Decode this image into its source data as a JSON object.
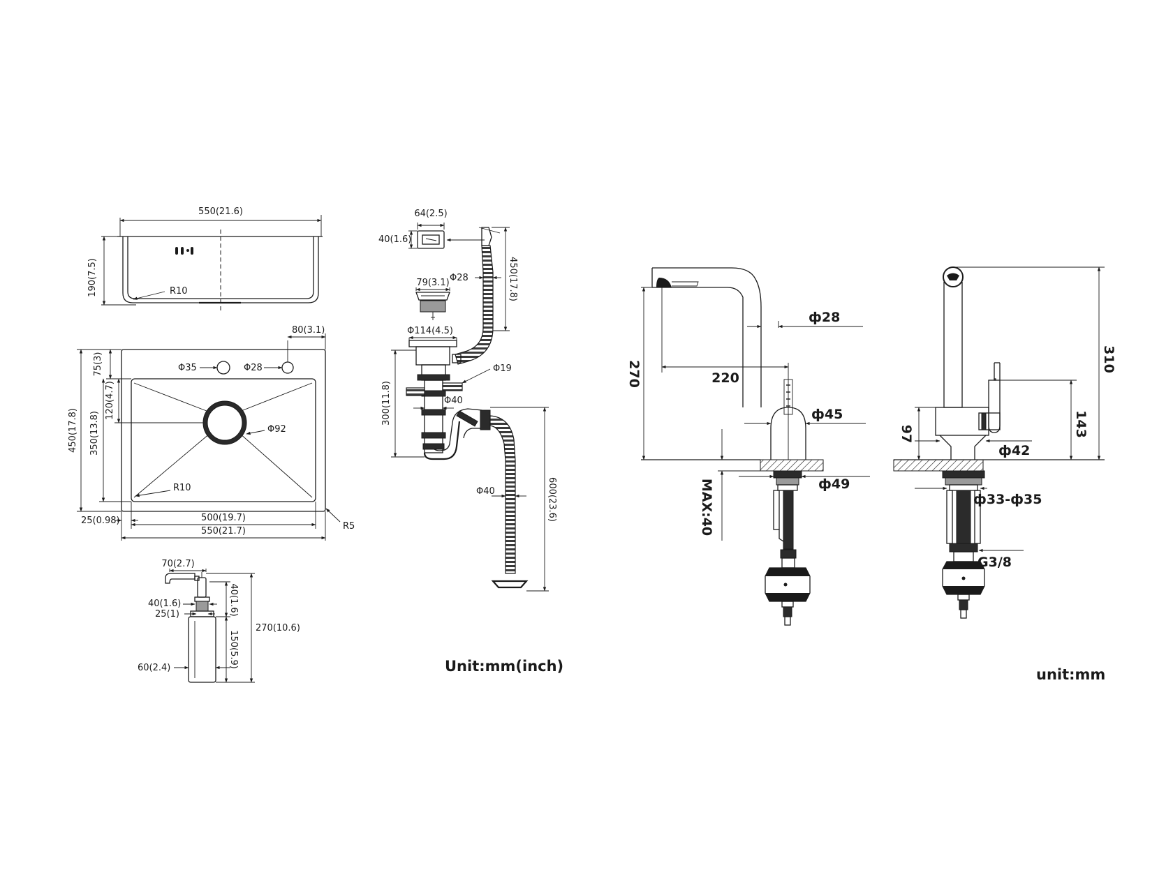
{
  "sink_top_view": {
    "width_label": "550(21.6)",
    "depth_label": "190(7.5)",
    "corner_radius_label": "R10"
  },
  "sink_plan_view": {
    "tap_hole_offset_label": "80(3.1)",
    "tap_hole_depth_label": "75(3)",
    "hole_35_label": "Φ35",
    "hole_28_label": "Φ28",
    "drain_offset_label": "120(4.7)",
    "inner_depth_label": "350(13.8)",
    "outer_depth_label": "450(17.8)",
    "drain_label": "Φ92",
    "inner_radius_label": "R10",
    "rim_label": "25(0.98)",
    "inner_width_label": "500(19.7)",
    "outer_width_label": "550(21.7)",
    "outer_radius_label": "R5"
  },
  "soap_dispenser": {
    "spout_label": "70(2.7)",
    "neck_label": "40(1.6)",
    "thread_label": "25(1)",
    "neck_height_label": "40(1.6)",
    "bottle_height_label": "150(5.9)",
    "total_height_label": "270(10.6)",
    "bottle_diameter_label": "60(2.4)"
  },
  "drain_kit": {
    "overflow_width_label": "64(2.5)",
    "overflow_height_label": "40(1.6)",
    "hose_diameter_label": "Φ28",
    "hose_length_label": "450(17.8)",
    "strainer_label": "79(3.1)",
    "flange_label": "Φ114(4.5)",
    "inlet_label": "Φ19",
    "pipe_label": "Φ40",
    "trap_height_label": "300(11.8)",
    "outlet_hose_label": "Φ40",
    "outlet_length_label": "600(23.6)"
  },
  "unit_note_left": "Unit:mm(inch)",
  "faucet_front": {
    "height_label": "270",
    "reach_label": "220",
    "spout_diameter_label": "ф28",
    "body_diameter_label": "ф45",
    "base_diameter_label": "ф49",
    "max_thickness_label": "MAX:40"
  },
  "faucet_side": {
    "height_label": "310",
    "handle_height_label": "143",
    "body_height_label": "97",
    "body_diameter_label": "ф42",
    "mount_hole_label": "ф33-ф35",
    "connection_label": "G3/8"
  },
  "unit_note_right": "unit:mm"
}
